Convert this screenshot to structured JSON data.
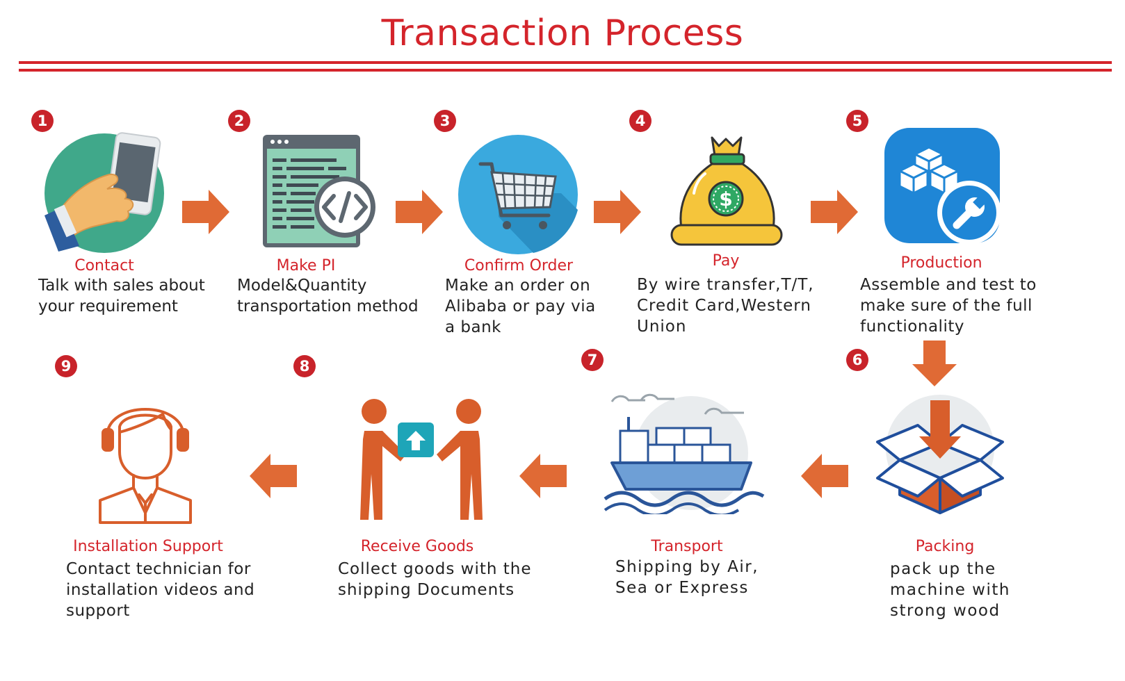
{
  "title": "Transaction Process",
  "steps": [
    {
      "num": "1",
      "name": "Contact",
      "desc": [
        "Talk with sales about",
        "your requirement"
      ]
    },
    {
      "num": "2",
      "name": "Make PI",
      "desc": [
        "Model&Quantity",
        "transportation method"
      ]
    },
    {
      "num": "3",
      "name": "Confirm Order",
      "desc": [
        "Make an order on",
        "Alibaba or pay via",
        "a bank"
      ]
    },
    {
      "num": "4",
      "name": "Pay",
      "desc": [
        "By wire transfer,T/T,",
        "Credit Card,Western",
        "Union"
      ]
    },
    {
      "num": "5",
      "name": "Production",
      "desc": [
        "Assemble and test to",
        "make sure of the full",
        "functionality"
      ]
    },
    {
      "num": "6",
      "name": "Packing",
      "desc": [
        "pack up the",
        "machine with",
        "strong wood"
      ]
    },
    {
      "num": "7",
      "name": "Transport",
      "desc": [
        "Shipping by Air,",
        "Sea or Express"
      ]
    },
    {
      "num": "8",
      "name": "Receive Goods",
      "desc": [
        "Collect goods with the",
        "shipping Documents"
      ]
    },
    {
      "num": "9",
      "name": "Installation Support",
      "desc": [
        "Contact technician for",
        "installation videos and",
        "support"
      ]
    }
  ],
  "colors": {
    "accent": "#d4242b",
    "arrow": "#e06a35",
    "text": "#222222"
  }
}
